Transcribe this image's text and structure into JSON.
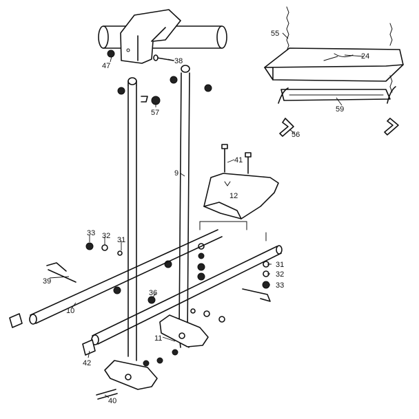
{
  "callouts": {
    "c24": "24",
    "c55": "55",
    "c56": "56",
    "c59": "59",
    "c47": "47",
    "c38": "38",
    "c57": "57",
    "c41": "41",
    "c9": "9",
    "c12": "12",
    "c33a": "33",
    "c32a": "32",
    "c31a": "31",
    "c31b": "31",
    "c32b": "32",
    "c33b": "33",
    "c39": "39",
    "c10": "10",
    "c36": "36",
    "c11": "11",
    "c42": "42",
    "c40": "40"
  }
}
